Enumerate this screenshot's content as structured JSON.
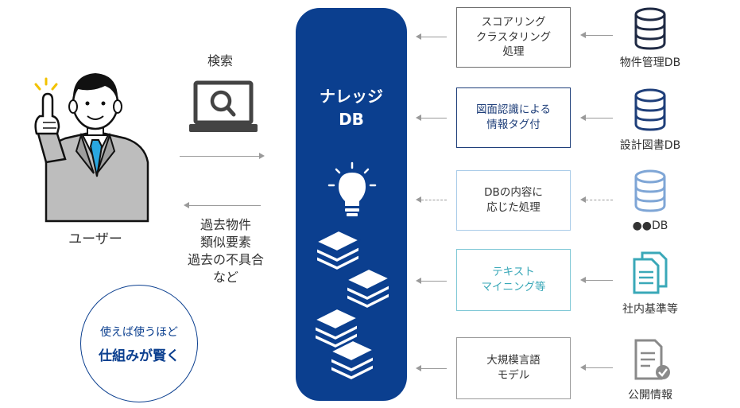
{
  "user": {
    "label": "ユーザー"
  },
  "search": {
    "label": "検索"
  },
  "results": {
    "lines": [
      "過去物件",
      "類似要素",
      "過去の不具合",
      "など"
    ]
  },
  "knowledge_db": {
    "title": "ナレッジ\nDB"
  },
  "circle": {
    "line1": "使えば使うほど",
    "line2": "仕組みが賢く"
  },
  "processes": [
    {
      "label": "スコアリング\nクラスタリング\n処理",
      "border": "#6f6f6f",
      "color": "#333333"
    },
    {
      "label": "図面認識による\n情報タグ付",
      "border": "#1f3f7a",
      "color": "#1f3f7a"
    },
    {
      "label": "DBの内容に\n応じた処理",
      "border": "#a9cbe8",
      "color": "#333333"
    },
    {
      "label": "テキスト\nマイニング等",
      "border": "#7fc8d6",
      "color": "#3aa8b8"
    },
    {
      "label": "大規模言語\nモデル",
      "border": "#9a9a9a",
      "color": "#333333"
    }
  ],
  "sources": [
    {
      "label": "物件管理DB",
      "icon": "database-icon",
      "color": "#1f2a44"
    },
    {
      "label": "設計図書DB",
      "icon": "database-icon",
      "color": "#1f3f7a"
    },
    {
      "label": "●●DB",
      "icon": "database-icon",
      "color": "#7fa6d6"
    },
    {
      "label": "社内基準等",
      "icon": "document-icon",
      "color": "#3aa8b8"
    },
    {
      "label": "公開情報",
      "icon": "document-check-icon",
      "color": "#8a8a8a"
    }
  ],
  "colors": {
    "primary": "#0b3f8f",
    "arrow": "#9a9a9a"
  }
}
